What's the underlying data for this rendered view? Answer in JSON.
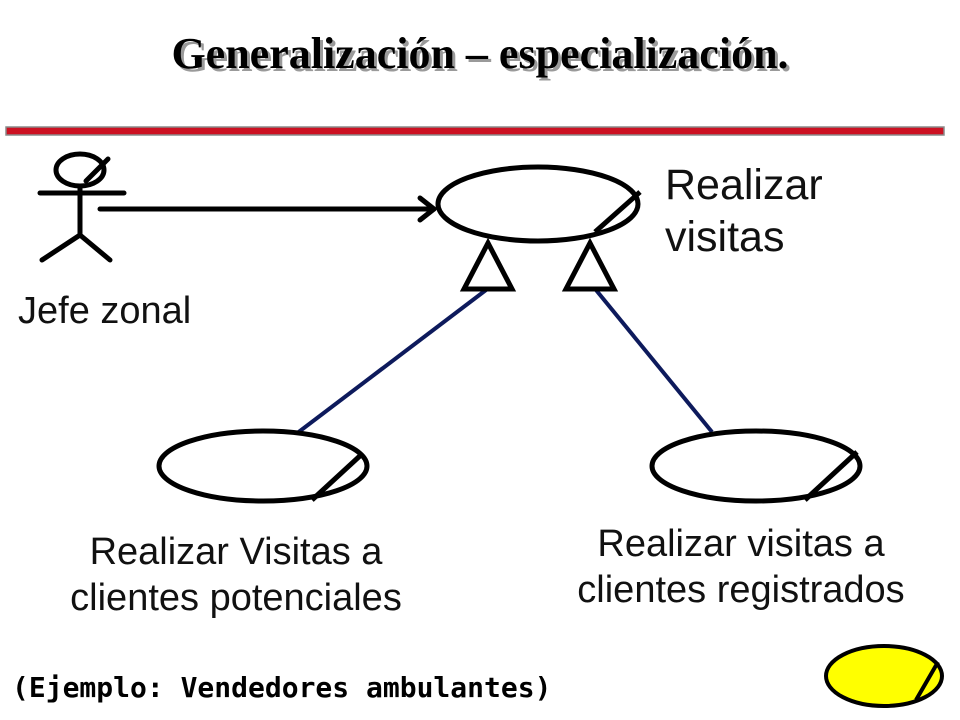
{
  "title": "Generalización – especialización.",
  "actor": {
    "label": "Jefe zonal"
  },
  "use_cases": {
    "parent": {
      "line1": "Realizar",
      "line2": "visitas"
    },
    "child_left": {
      "line1": "Realizar Visitas a",
      "line2": "clientes potenciales"
    },
    "child_right": {
      "line1": "Realizar visitas a",
      "line2": "clientes registrados"
    }
  },
  "footer_note": "(Ejemplo: Vendedores ambulantes)",
  "colors": {
    "title_rule": "#cc1122",
    "generalization_line": "#0d1a5c",
    "nav_ellipse": "#ffff00",
    "stroke": "#000000"
  }
}
